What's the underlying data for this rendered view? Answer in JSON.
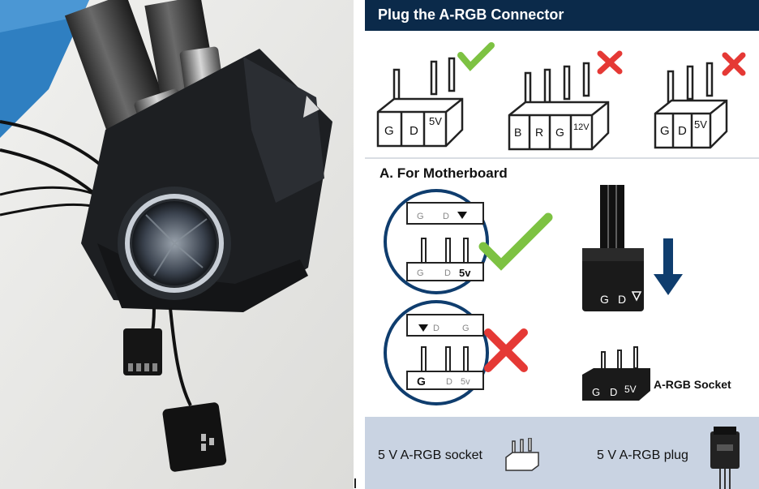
{
  "guide": {
    "title": "Plug the A-RGB Connector",
    "section_a_title": "A. For Motherboard",
    "connectors_top": [
      {
        "pins": [
          "G",
          "D",
          "5V"
        ],
        "status": "correct"
      },
      {
        "pins": [
          "B",
          "R",
          "G",
          "12V"
        ],
        "status": "incorrect"
      },
      {
        "pins": [
          "G",
          "D",
          "5V"
        ],
        "status": "incorrect"
      }
    ],
    "mb_correct": {
      "top_labels": [
        "G",
        "D"
      ],
      "bottom_labels": [
        "G",
        "D",
        "5v"
      ]
    },
    "mb_incorrect": {
      "top_labels": [
        "D",
        "G"
      ],
      "bottom_labels": [
        "G",
        "D",
        "5v"
      ]
    },
    "plug_labels": [
      "G",
      "D"
    ],
    "socket_labels": [
      "G",
      "D",
      "5V"
    ],
    "socket_caption": "A-RGB Socket",
    "footer": {
      "socket_label": "5 V A-RGB socket",
      "plug_label": "5 V A-RGB plug"
    }
  },
  "colors": {
    "header_bg": "#0b2a4a",
    "check": "#7dc242",
    "cross": "#e53935",
    "arrow": "#0f3d6e",
    "footer_bg": "#c9d3e2"
  }
}
